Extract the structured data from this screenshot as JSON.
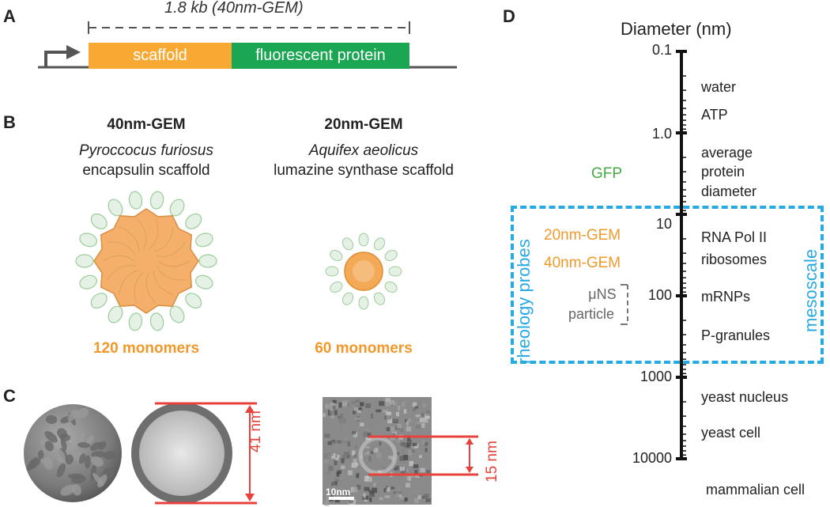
{
  "panels": {
    "a": "A",
    "b": "B",
    "c": "C",
    "d": "D"
  },
  "colors": {
    "scaffold": "#f7a934",
    "fluorescent": "#1aa652",
    "accent_cyan": "#27a9e1",
    "green_text": "#46a845",
    "orange_text": "#f0992a",
    "red": "#e8403a",
    "gray_text": "#666666"
  },
  "panel_a": {
    "gene_length": "1.8 kb (40nm-GEM)",
    "scaffold_label": "scaffold",
    "fp_label": "fluorescent protein"
  },
  "panel_b": {
    "gem40": {
      "title": "40nm-GEM",
      "organism": "Pyroccocus furiosus",
      "scaffold": "encapsulin scaffold",
      "monomers": "120 monomers"
    },
    "gem20": {
      "title": "20nm-GEM",
      "organism": "Aquifex aeolicus",
      "scaffold": "lumazine synthase scaffold",
      "monomers": "60 monomers"
    }
  },
  "panel_c": {
    "diameter_label": "41 nm",
    "em_label": "15 nm",
    "scalebar_label": "10nm"
  },
  "panel_d": {
    "title": "Diameter (nm)",
    "ticks": [
      "0.1",
      "1.0",
      "10",
      "100",
      "1000",
      "10000"
    ],
    "scale": "log",
    "range": [
      0.1,
      10000
    ],
    "right_items": [
      "water",
      "ATP",
      "average",
      "protein",
      "diameter",
      "RNA Pol II",
      "ribosomes",
      "mRNPs",
      "P-granules",
      "yeast nucleus",
      "yeast cell",
      "mammalian cell"
    ],
    "gfp": "GFP",
    "probe_20": "20nm-GEM",
    "probe_40": "40nm-GEM",
    "mu_ns_1": "μNS",
    "mu_ns_2": "particle",
    "rheology": "rheology probes",
    "mesoscale": "mesoscale"
  }
}
